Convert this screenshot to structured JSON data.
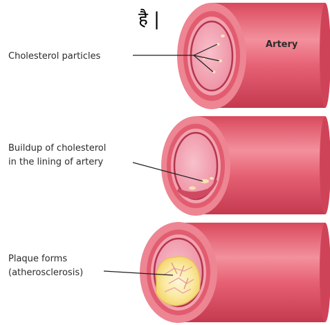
{
  "top_text": "है |",
  "artery_label": "Artery",
  "stages": [
    {
      "id": "normal",
      "label_lines": [
        "Cholesterol particles"
      ]
    },
    {
      "id": "buildup",
      "label_lines": [
        "Buildup of cholesterol",
        "in the lining of artery"
      ]
    },
    {
      "id": "plaque",
      "label_lines": [
        "Plaque forms",
        "(atherosclerosis)"
      ]
    }
  ],
  "colors": {
    "artery_body": "#e25768",
    "artery_light": "#f08a97",
    "artery_dark": "#b8384c",
    "wall_ring": "#e77583",
    "intima": "#f5a6b3",
    "lumen": "#f2a5b4",
    "lumen_edge": "#b2364d",
    "cholesterol": "#f6e0b0",
    "plaque": "#fbe387",
    "plaque_core": "#fdf4d0"
  }
}
